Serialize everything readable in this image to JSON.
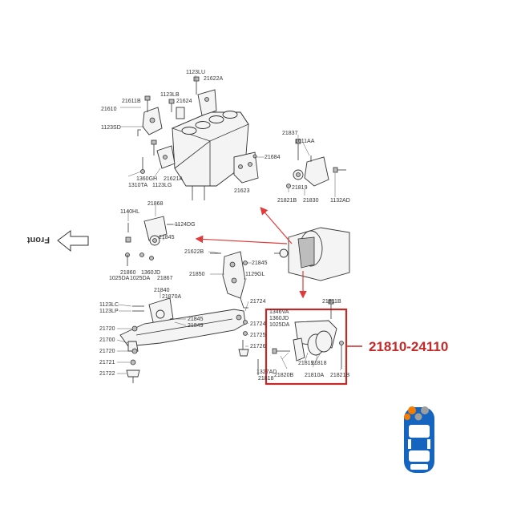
{
  "colors": {
    "highlight": "#c62828",
    "arrow": "#e03a3a",
    "line": "#333333",
    "car_body": "#1565c0",
    "car_marker": "#f57c00"
  },
  "front_label": "Front",
  "highlight_part_number": "21810-24110",
  "labels": {
    "l1123LU": "1123LU",
    "l21622A": "21622A",
    "l1123LB": "1123LB",
    "l21624": "21624",
    "l21611B": "21611B",
    "l21610": "21610",
    "l1123SD": "1123SD",
    "l1360GH": "1360GH",
    "l1310TA": "1310TA",
    "l21621A": "21621A",
    "l1123LG": "1123LG",
    "l21684": "21684",
    "l21623": "21623",
    "l21837": "21837",
    "l1011AA": "1011AA",
    "l21819a": "21819",
    "l21821B": "21821B",
    "l21830": "21830",
    "l1132AD": "1132AD",
    "l21868": "21868",
    "l1140HL": "1140HL",
    "l1124DG": "1124DG",
    "l21845a": "21845",
    "l21860": "21860",
    "l1360JD": "1360JD",
    "l1025DA1": "1025DA",
    "l1025DA2": "1025DA",
    "l21867": "21867",
    "l21622B": "21622B",
    "l21845b": "21845",
    "l21850": "21850",
    "l1129GL": "1129GL",
    "l21840": "21840",
    "l1123LC": "1123LC",
    "l1123LP": "1123LP",
    "l21870A": "21870A",
    "l21724a": "21724",
    "l21845c": "21845",
    "l21849": "21849",
    "l21720a": "21720",
    "l21700": "21700",
    "l21720b": "21720",
    "l21721": "21721",
    "l21722": "21722",
    "l21724b": "21724",
    "l21725": "21725",
    "l21726": "21726",
    "l1346VA": "1346VA",
    "l1360JDb": "1360JD",
    "l1025DAb": "1025DA",
    "l21811B": "21811B",
    "l21819b": "21819",
    "l21818": "21818",
    "l21810A": "21810A",
    "l21820B": "21820B",
    "l21821Bb": "21821B",
    "l1327AD": "1327AD",
    "l21818b": "21818"
  }
}
